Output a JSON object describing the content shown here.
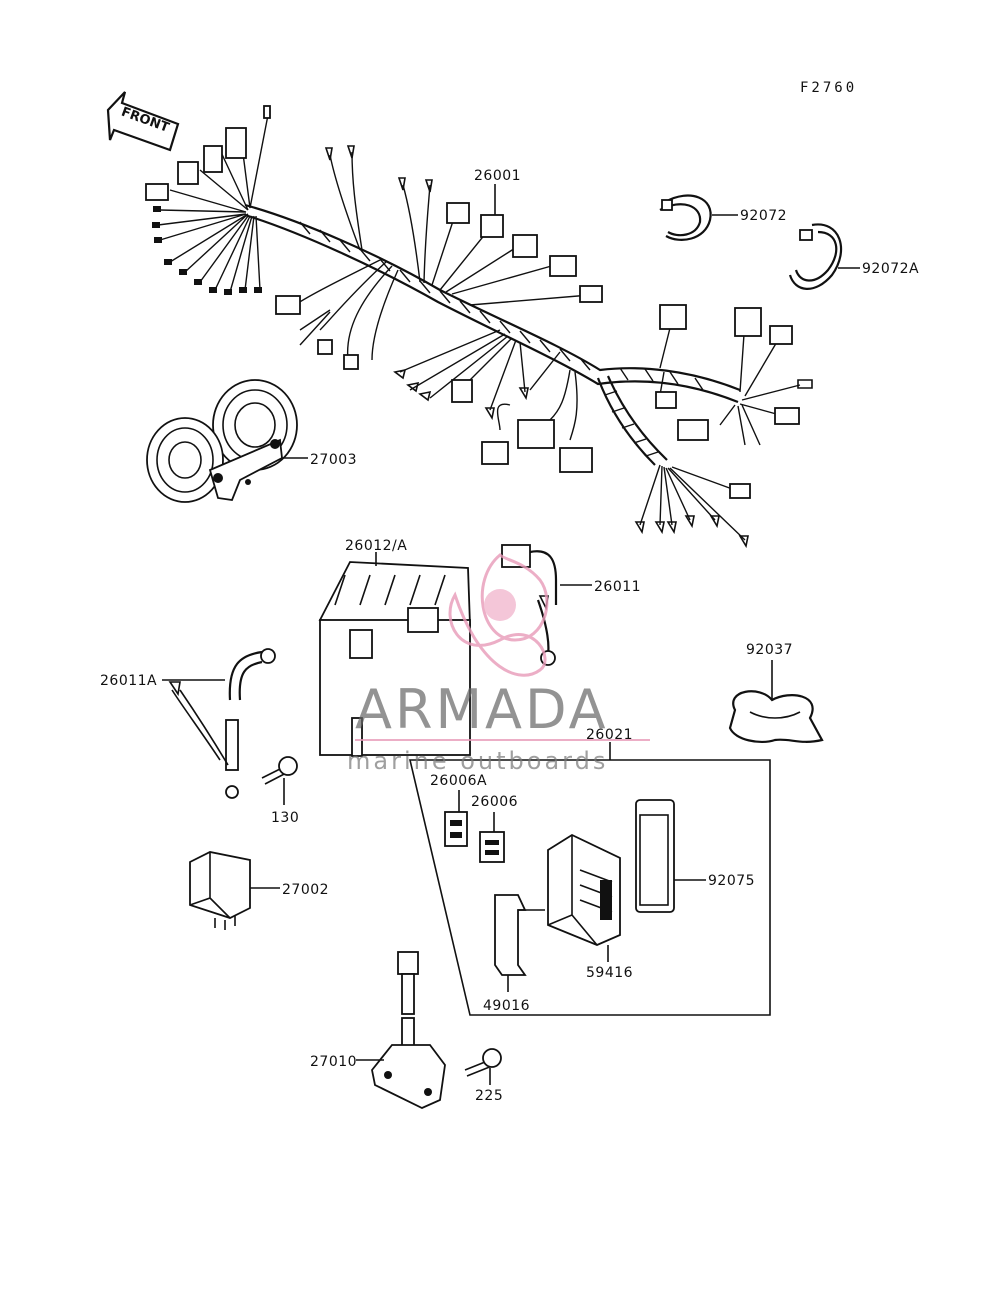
{
  "figure_code": "F2760",
  "front_label": "FRONT",
  "watermark": {
    "brand": "ARMADA",
    "tagline": "marine outboards",
    "accent_color": "#e89ab8"
  },
  "callouts": {
    "c26001": "26001",
    "c92072": "92072",
    "c92072A": "92072A",
    "c27003": "27003",
    "c26012A": "26012/A",
    "c26011": "26011",
    "c26011A": "26011A",
    "c130": "130",
    "c92037": "92037",
    "c26021": "26021",
    "c26006A": "26006A",
    "c26006": "26006",
    "c92075": "92075",
    "c27002": "27002",
    "c59416": "59416",
    "c49016": "49016",
    "c27010": "27010",
    "c225": "225"
  }
}
